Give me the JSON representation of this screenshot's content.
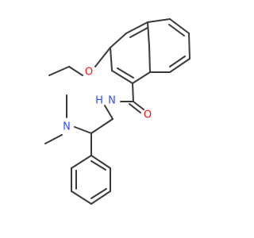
{
  "molecule": {
    "atoms": [
      {
        "label": "O",
        "color": "#ff0d0d"
      },
      {
        "label": "N",
        "color": "#3050f8"
      },
      {
        "label": "H",
        "color": "#3050f8"
      },
      {
        "label": "N",
        "color": "#3050f8"
      },
      {
        "label": "O",
        "color": "#ff0d0d"
      }
    ],
    "bond_color": "#3a3a3a"
  }
}
